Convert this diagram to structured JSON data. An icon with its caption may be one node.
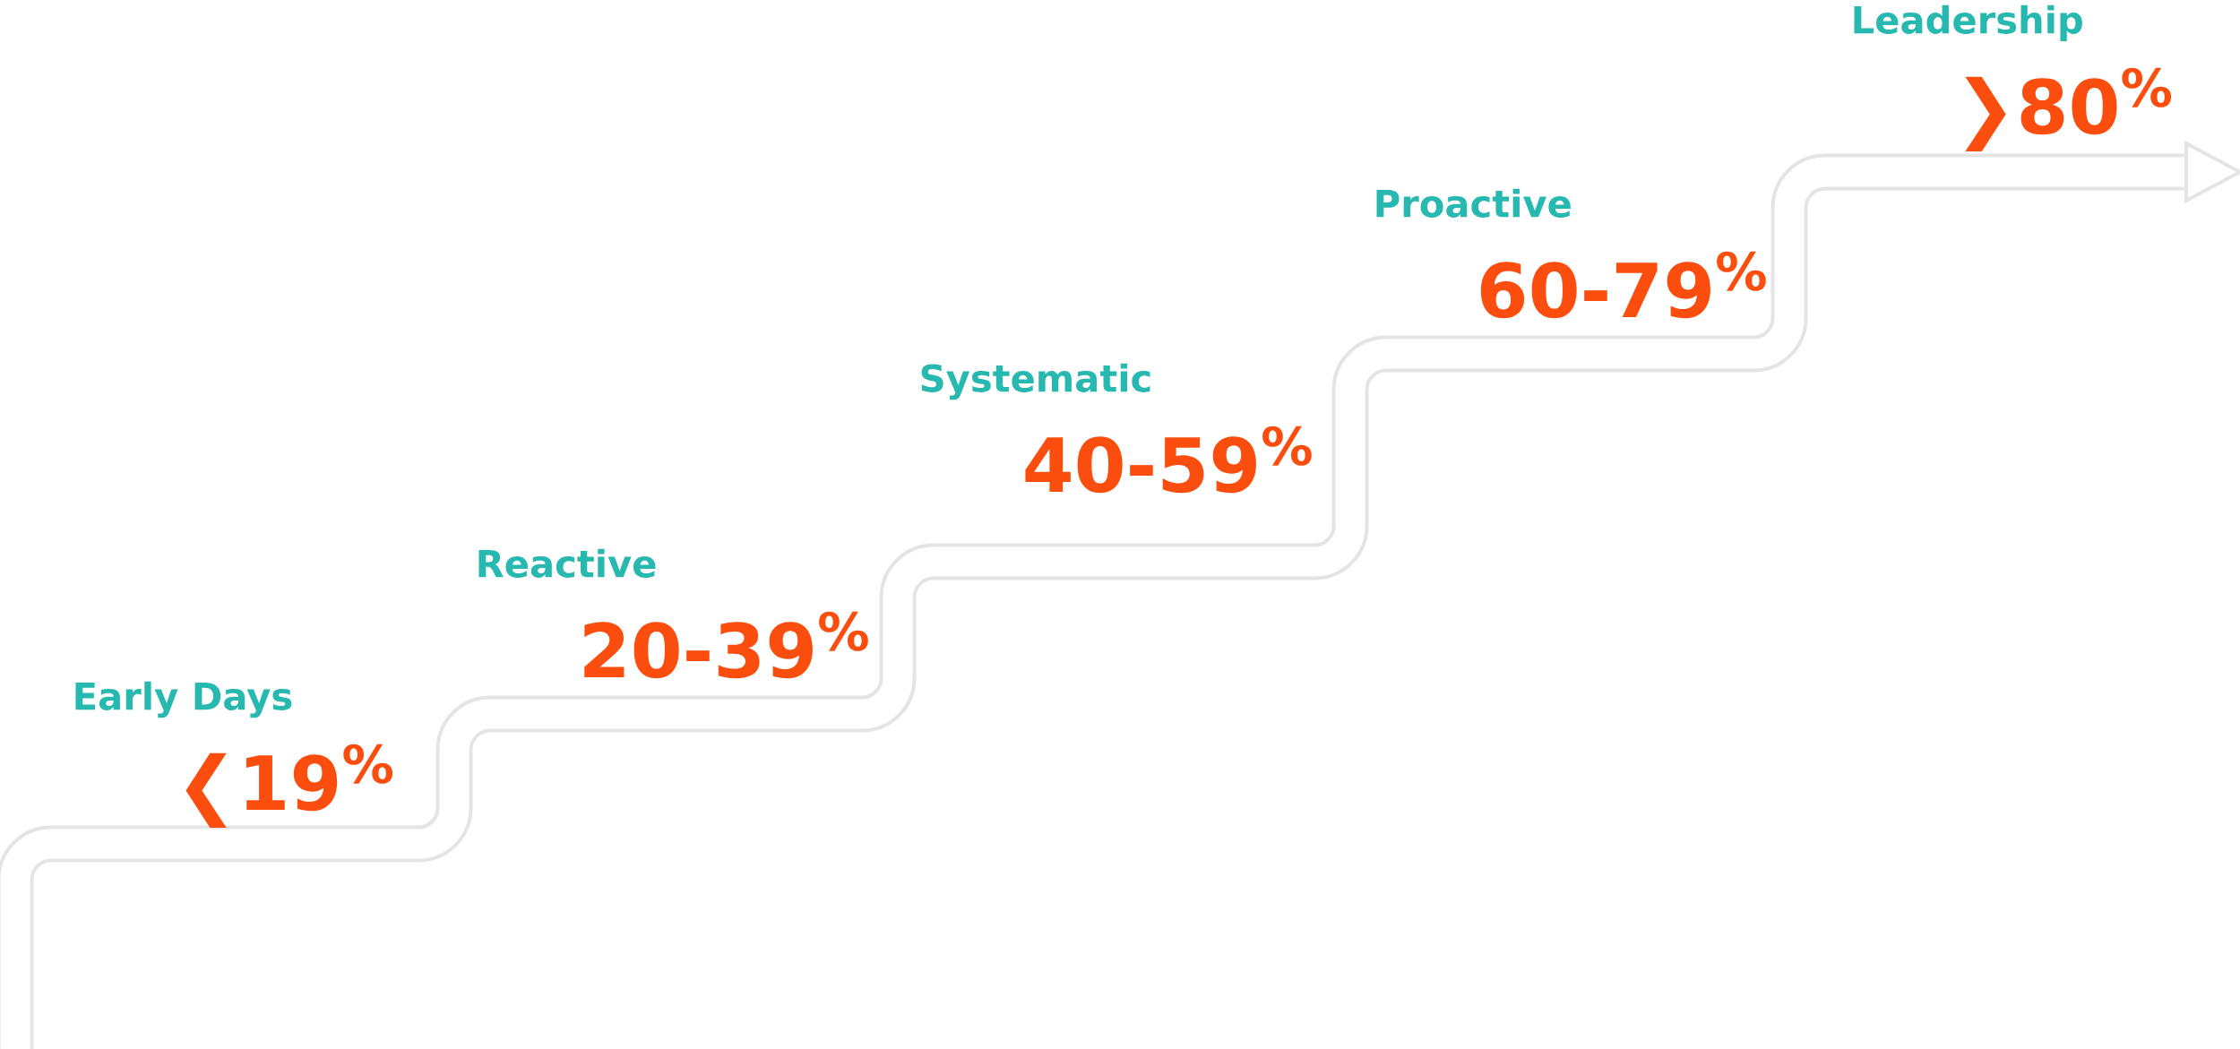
{
  "diagram": {
    "labels": [
      "Early Days",
      "❮19$^{%}$",
      "Reactive",
      "20-39$^{%}$",
      "Systematic",
      "40-59$^{%}$",
      "Proactive",
      "60-79$^{%}$",
      "Leadership",
      "❯80$^{%}$"
    ]
  }
}
